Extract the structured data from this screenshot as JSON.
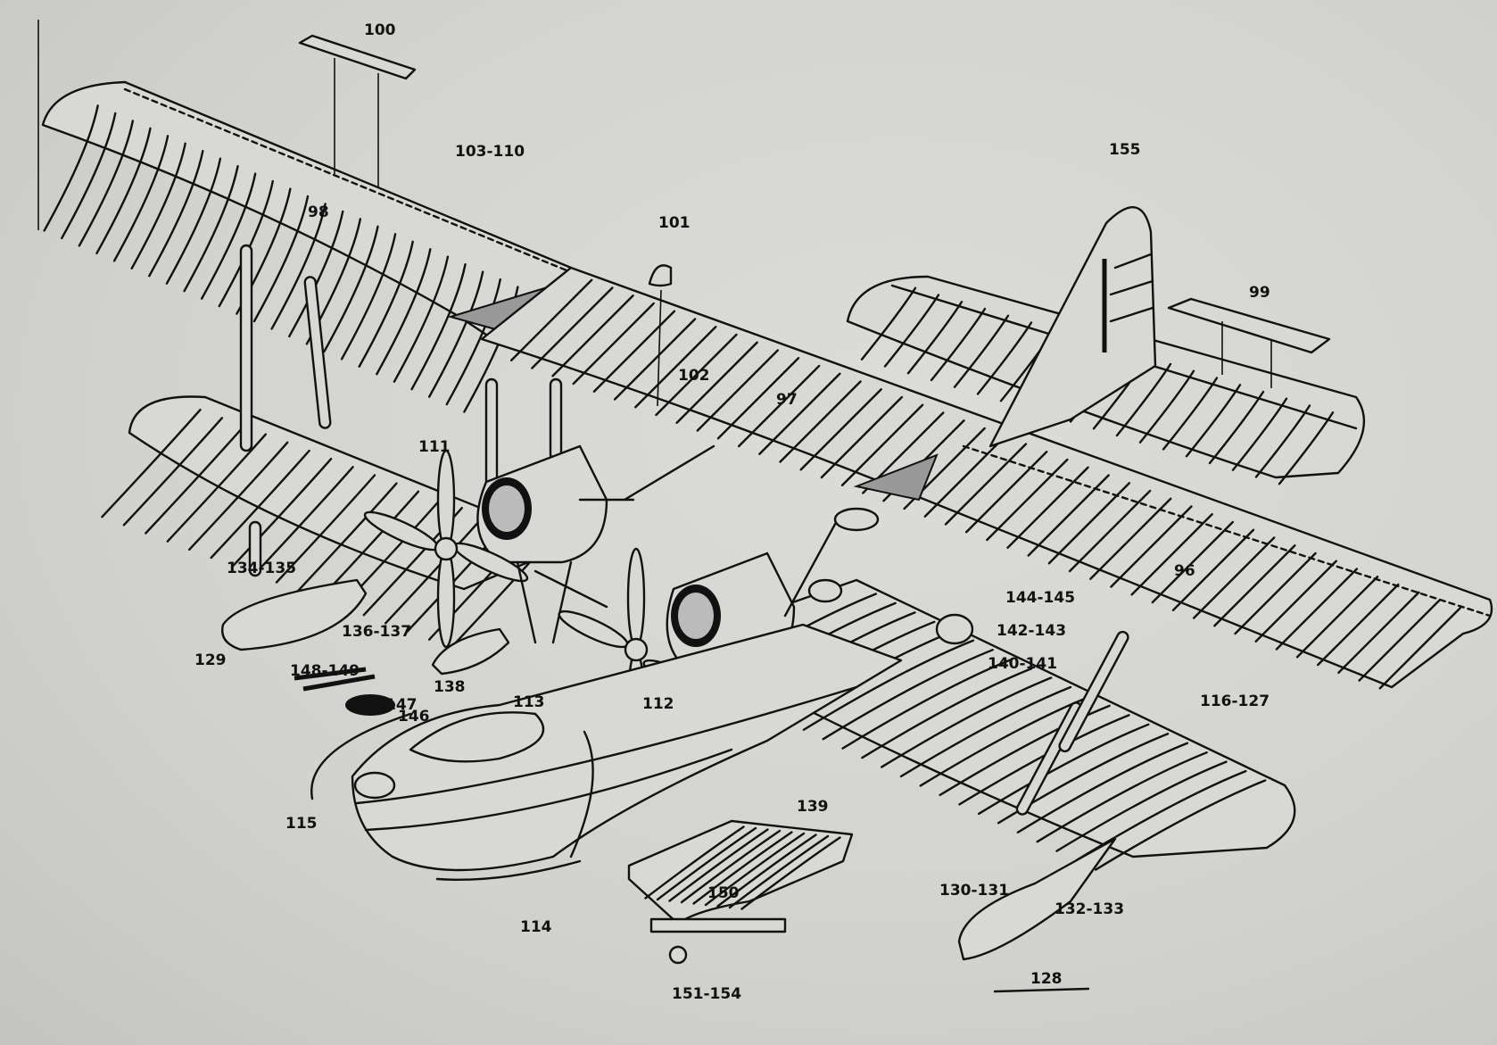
{
  "diagram": {
    "title": "Flying boat biplane – exploded assembly diagram",
    "colors": {
      "paper": "#d3d3cf",
      "ink": "#111111"
    },
    "labels": [
      {
        "id": "l100",
        "text": "100",
        "part": "upper-wing-center-fitting"
      },
      {
        "id": "l103",
        "text": "103-110",
        "part": "wing-fittings"
      },
      {
        "id": "l98",
        "text": "98",
        "part": "upper-wing-left"
      },
      {
        "id": "l101",
        "text": "101",
        "part": "fin-fairing"
      },
      {
        "id": "l155",
        "text": "155",
        "part": "fin-top-fitting"
      },
      {
        "id": "l99",
        "text": "99",
        "part": "tailplane-strut-fitting"
      },
      {
        "id": "l102",
        "text": "102",
        "part": "wing-fitting"
      },
      {
        "id": "l97",
        "text": "97",
        "part": "upper-wing-center"
      },
      {
        "id": "l111",
        "text": "111",
        "part": "left-propeller"
      },
      {
        "id": "l134",
        "text": "134-135",
        "part": "float-struts-left"
      },
      {
        "id": "l136",
        "text": "136-137",
        "part": "float-fittings-left"
      },
      {
        "id": "l129",
        "text": "129",
        "part": "left-wing-float"
      },
      {
        "id": "l138",
        "text": "138",
        "part": "engine-nacelle-float"
      },
      {
        "id": "l148",
        "text": "148-149",
        "part": "machine-guns"
      },
      {
        "id": "l147",
        "text": "147",
        "part": "gun-ring"
      },
      {
        "id": "l146",
        "text": "146",
        "part": "gun-mount"
      },
      {
        "id": "l113",
        "text": "113",
        "part": "hull-fitting"
      },
      {
        "id": "l112",
        "text": "112",
        "part": "right-propeller"
      },
      {
        "id": "l115",
        "text": "115",
        "part": "bow-rail"
      },
      {
        "id": "l114",
        "text": "114",
        "part": "hull-chine"
      },
      {
        "id": "l139",
        "text": "139",
        "part": "hull-step"
      },
      {
        "id": "l150",
        "text": "150",
        "part": "beaching-trolley"
      },
      {
        "id": "l151",
        "text": "151-154",
        "part": "trolley-wheels"
      },
      {
        "id": "l96",
        "text": "96",
        "part": "lower-wing-right"
      },
      {
        "id": "l144",
        "text": "144-145",
        "part": "engine-strut-parts"
      },
      {
        "id": "l142",
        "text": "142-143",
        "part": "radiator-parts"
      },
      {
        "id": "l140",
        "text": "140-141",
        "part": "radiator-rings"
      },
      {
        "id": "l116",
        "text": "116-127",
        "part": "interplane-struts"
      },
      {
        "id": "l130",
        "text": "130-131",
        "part": "float-struts-right"
      },
      {
        "id": "l132",
        "text": "132-133",
        "part": "float-fittings-right"
      },
      {
        "id": "l128",
        "text": "128",
        "part": "right-wing-float"
      }
    ]
  }
}
